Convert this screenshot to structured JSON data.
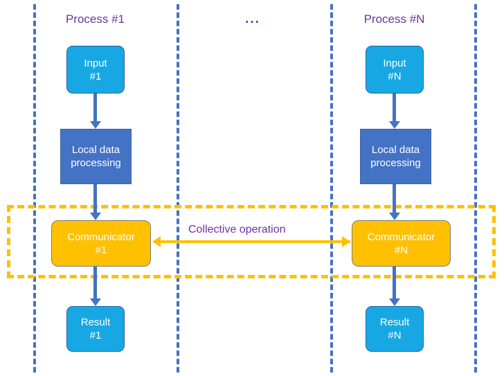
{
  "diagram": {
    "title_process_1": "Process #1",
    "title_process_n": "Process #N",
    "ellipsis": "...",
    "collective_label": "Collective operation",
    "colors": {
      "process_divider": "#4472C4",
      "collective_region": "#FFC000",
      "io_box": "#17A8E3",
      "processing_box": "#4472C4",
      "communicator_box": "#FFC000",
      "title_text": "#7030A0",
      "node_text": "#FFFFFF",
      "flow_arrow": "#4472C4",
      "collective_arrow": "#FFC000"
    },
    "process_1": {
      "input_line1": "Input",
      "input_line2": "#1",
      "processing_line1": "Local data",
      "processing_line2": "processing",
      "communicator_line1": "Communicator",
      "communicator_line2": "#1",
      "result_line1": "Result",
      "result_line2": "#1"
    },
    "process_n": {
      "input_line1": "Input",
      "input_line2": "#N",
      "processing_line1": "Local data",
      "processing_line2": "processing",
      "communicator_line1": "Communicator",
      "communicator_line2": "#N",
      "result_line1": "Result",
      "result_line2": "#N"
    }
  }
}
